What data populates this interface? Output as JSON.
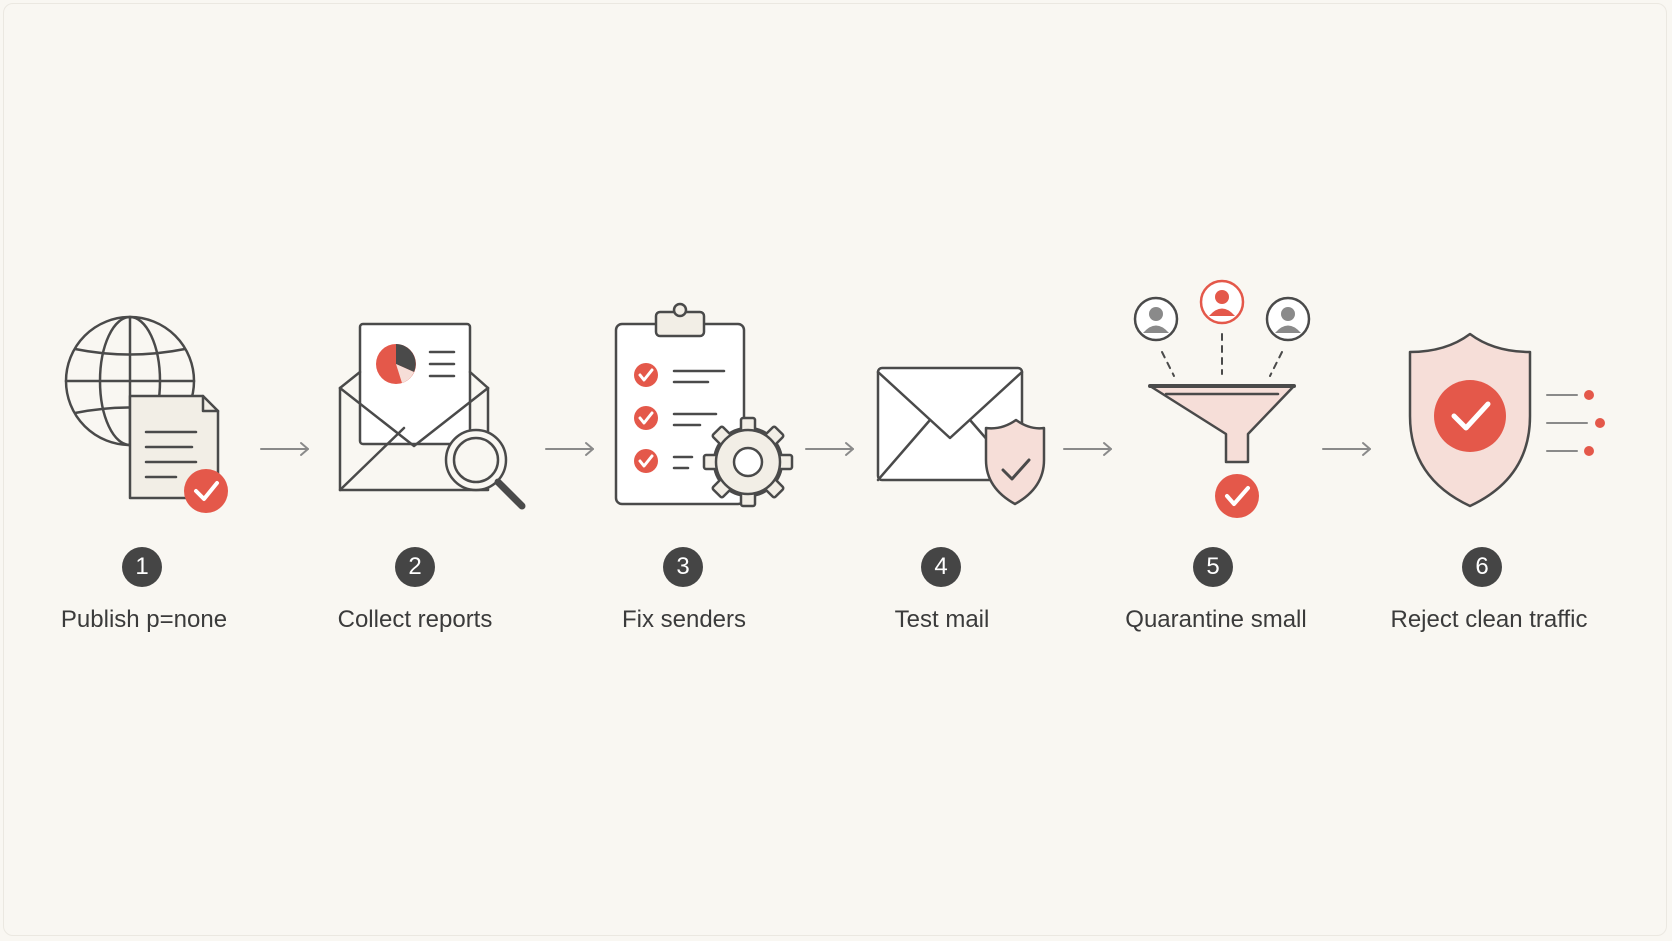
{
  "colors": {
    "background": "#f9f7f2",
    "stroke": "#4a4a4a",
    "accent": "#e4584a",
    "accent_tint": "#f6ded8",
    "fill_light": "#f2eee6",
    "badge": "#454545"
  },
  "steps": [
    {
      "number": "1",
      "label": "Publish p=none",
      "icon": "globe-document-check-icon"
    },
    {
      "number": "2",
      "label": "Collect reports",
      "icon": "envelope-report-magnifier-icon"
    },
    {
      "number": "3",
      "label": "Fix senders",
      "icon": "clipboard-checklist-gear-icon"
    },
    {
      "number": "4",
      "label": "Test mail",
      "icon": "envelope-shield-icon"
    },
    {
      "number": "5",
      "label": "Quarantine small",
      "icon": "users-funnel-check-icon"
    },
    {
      "number": "6",
      "label": "Reject clean traffic",
      "icon": "shield-check-icon"
    }
  ],
  "connectors": [
    "arrow-right-icon",
    "arrow-right-icon",
    "arrow-right-icon",
    "arrow-right-icon",
    "arrow-right-icon"
  ]
}
